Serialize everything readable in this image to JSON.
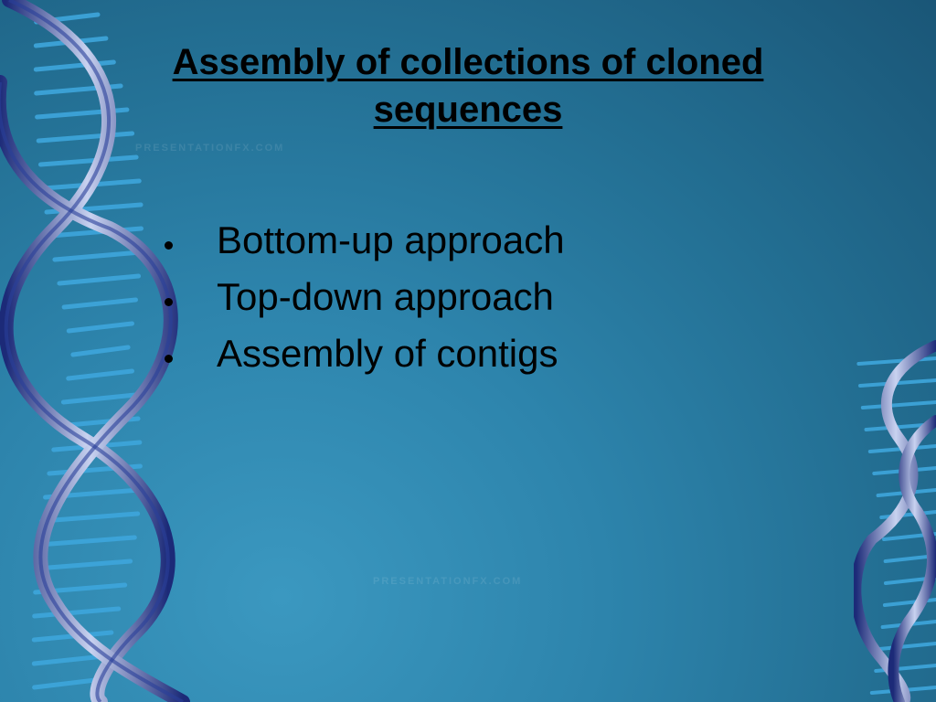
{
  "slide": {
    "title": "Assembly of collections of cloned sequences",
    "bullets": [
      "Bottom-up approach",
      "Top-down approach",
      "Assembly of contigs"
    ],
    "watermark": "PRESENTATIONFX.COM"
  },
  "colors": {
    "background": "#2d84ac",
    "helix_strand": "#2a3f9a",
    "helix_rung": "#3aa0d8",
    "text": "#000000"
  },
  "icons": {
    "left_decoration": "dna-helix",
    "right_decoration": "dna-helix"
  }
}
